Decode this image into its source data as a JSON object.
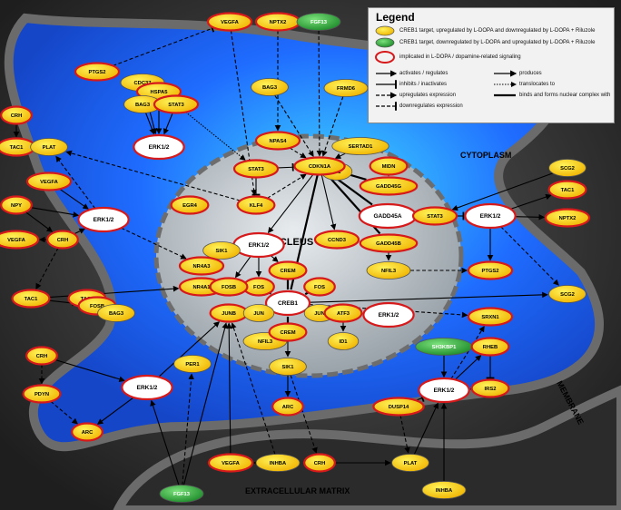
{
  "colors": {
    "up_fill": "#f5d90a",
    "down_fill": "#2fa33a",
    "ring": "#d6191b",
    "cell_fill": "#1f6cff",
    "nucleus_fill": "#c9cfd3"
  },
  "regions": {
    "cytoplasm": "CYTOPLASM",
    "nucleus": "NUCLEUS",
    "membrane": "MEMBRANE",
    "extracellular": "EXTRACELLULAR MATRIX"
  },
  "legend": {
    "title": "Legend",
    "up": "CREB1 target, upregulated by L-DOPA and downregulated by L-DOPA + Riluzole",
    "down": "CREB1 target, downregulated by L-DOPA and upregulated by L-DOPA + Riluzole",
    "ring": "implicated in L-DOPA / dopamine-related signaling",
    "activates": "activates / regulates",
    "inhibits": "inhibits / inactivates",
    "upexpr": "upregulates expression",
    "downexpr": "downregulates expression",
    "produces": "produces",
    "translocates": "translocates to",
    "binds": "binds and forms nuclear complex with"
  },
  "nodes": [
    {
      "id": "vegfa_top",
      "label": "VEGFA",
      "kind": "up",
      "ring": true
    },
    {
      "id": "nptx2_top",
      "label": "NPTX2",
      "kind": "up",
      "ring": true
    },
    {
      "id": "fgf13_top",
      "label": "FGF13",
      "kind": "down",
      "ring": false
    },
    {
      "id": "ptgs2_top",
      "label": "PTGS2",
      "kind": "up",
      "ring": true
    },
    {
      "id": "cdc37",
      "label": "CDC37",
      "kind": "up",
      "ring": false
    },
    {
      "id": "hspa5",
      "label": "HSPA5",
      "kind": "up",
      "ring": true
    },
    {
      "id": "bag3_a",
      "label": "BAG3",
      "kind": "up",
      "ring": false
    },
    {
      "id": "stat3_a",
      "label": "STAT3",
      "kind": "up",
      "ring": true
    },
    {
      "id": "erk_a",
      "label": "ERK1/2",
      "kind": "white",
      "ring": true
    },
    {
      "id": "bag3_b",
      "label": "BAG3",
      "kind": "up",
      "ring": false
    },
    {
      "id": "frmd6",
      "label": "FRMD6",
      "kind": "up",
      "ring": false
    },
    {
      "id": "crh_a",
      "label": "CRH",
      "kind": "up",
      "ring": true
    },
    {
      "id": "tac1_a",
      "label": "TAC1",
      "kind": "up",
      "ring": true
    },
    {
      "id": "plat_a",
      "label": "PLAT",
      "kind": "up",
      "ring": false
    },
    {
      "id": "npas4",
      "label": "NPAS4",
      "kind": "up",
      "ring": true
    },
    {
      "id": "sertad1",
      "label": "SERTAD1",
      "kind": "up",
      "ring": false
    },
    {
      "id": "id1_a",
      "label": "ID1",
      "kind": "up",
      "ring": false
    },
    {
      "id": "midn",
      "label": "MIDN",
      "kind": "up",
      "ring": true
    },
    {
      "id": "stat3_b",
      "label": "STAT3",
      "kind": "up",
      "ring": true
    },
    {
      "id": "cdkn1a",
      "label": "CDKN1A",
      "kind": "up",
      "ring": true
    },
    {
      "id": "gadd45g",
      "label": "GADD45G",
      "kind": "up",
      "ring": true
    },
    {
      "id": "vegfa_b",
      "label": "VEGFA",
      "kind": "up",
      "ring": true
    },
    {
      "id": "scg2_a",
      "label": "SCG2",
      "kind": "up",
      "ring": false
    },
    {
      "id": "tac1_b",
      "label": "TAC1",
      "kind": "up",
      "ring": true
    },
    {
      "id": "npy",
      "label": "NPY",
      "kind": "up",
      "ring": true
    },
    {
      "id": "erk_b",
      "label": "ERK1/2",
      "kind": "white",
      "ring": true
    },
    {
      "id": "egr4",
      "label": "EGR4",
      "kind": "up",
      "ring": true
    },
    {
      "id": "klf4",
      "label": "KLF4",
      "kind": "up",
      "ring": true
    },
    {
      "id": "gadd45a",
      "label": "GADD45A",
      "kind": "white",
      "ring": true
    },
    {
      "id": "stat3_c",
      "label": "STAT3",
      "kind": "up",
      "ring": true
    },
    {
      "id": "erk_c",
      "label": "ERK1/2",
      "kind": "white",
      "ring": true
    },
    {
      "id": "nptx2_b",
      "label": "NPTX2",
      "kind": "up",
      "ring": true
    },
    {
      "id": "vegfa_c",
      "label": "VEGFA",
      "kind": "up",
      "ring": true
    },
    {
      "id": "crh_b",
      "label": "CRH",
      "kind": "up",
      "ring": true
    },
    {
      "id": "ccnd3",
      "label": "CCND3",
      "kind": "up",
      "ring": true
    },
    {
      "id": "erk_d",
      "label": "ERK1/2",
      "kind": "white",
      "ring": true
    },
    {
      "id": "sik1_a",
      "label": "SIK1",
      "kind": "up",
      "ring": false
    },
    {
      "id": "nr4a3",
      "label": "NR4A3",
      "kind": "up",
      "ring": true
    },
    {
      "id": "gadd45b",
      "label": "GADD45B",
      "kind": "up",
      "ring": true
    },
    {
      "id": "nfil3_a",
      "label": "NFIL3",
      "kind": "up",
      "ring": false
    },
    {
      "id": "ptgs2_b",
      "label": "PTGS2",
      "kind": "up",
      "ring": true
    },
    {
      "id": "tac1_c",
      "label": "TAC1",
      "kind": "up",
      "ring": true
    },
    {
      "id": "nr4a1",
      "label": "NR4A1",
      "kind": "up",
      "ring": true
    },
    {
      "id": "crem_a",
      "label": "CREM",
      "kind": "up",
      "ring": true
    },
    {
      "id": "fos_a",
      "label": "FOS",
      "kind": "up",
      "ring": true
    },
    {
      "id": "fosb_a",
      "label": "FOSB",
      "kind": "up",
      "ring": true
    },
    {
      "id": "fos_b",
      "label": "FOS",
      "kind": "up",
      "ring": true
    },
    {
      "id": "creb1",
      "label": "CREB1",
      "kind": "white",
      "ring": true
    },
    {
      "id": "scg2_b",
      "label": "SCG2",
      "kind": "up",
      "ring": false
    },
    {
      "id": "tac1_d",
      "label": "TAC1",
      "kind": "up",
      "ring": true
    },
    {
      "id": "fosb_b",
      "label": "FOSB",
      "kind": "up",
      "ring": true
    },
    {
      "id": "bag3_c",
      "label": "BAG3",
      "kind": "up",
      "ring": false
    },
    {
      "id": "junb",
      "label": "JUNB",
      "kind": "up",
      "ring": true
    },
    {
      "id": "jun_a",
      "label": "JUN",
      "kind": "up",
      "ring": false
    },
    {
      "id": "jun_b",
      "label": "JUN",
      "kind": "up",
      "ring": false
    },
    {
      "id": "atf3",
      "label": "ATF3",
      "kind": "up",
      "ring": true
    },
    {
      "id": "erk_e",
      "label": "ERK1/2",
      "kind": "white",
      "ring": true
    },
    {
      "id": "srxn1",
      "label": "SRXN1",
      "kind": "up",
      "ring": true
    },
    {
      "id": "crh_c",
      "label": "CRH",
      "kind": "up",
      "ring": true
    },
    {
      "id": "nfil3_b",
      "label": "NFIL3",
      "kind": "up",
      "ring": false
    },
    {
      "id": "crem_b",
      "label": "CREM",
      "kind": "up",
      "ring": true
    },
    {
      "id": "id1_b",
      "label": "ID1",
      "kind": "up",
      "ring": false
    },
    {
      "id": "sh3kbp1",
      "label": "SH3KBP1",
      "kind": "down",
      "ring": false
    },
    {
      "id": "rheb",
      "label": "RHEB",
      "kind": "up",
      "ring": true
    },
    {
      "id": "per1",
      "label": "PER1",
      "kind": "up",
      "ring": false
    },
    {
      "id": "pdyn",
      "label": "PDYN",
      "kind": "up",
      "ring": true
    },
    {
      "id": "erk_f",
      "label": "ERK1/2",
      "kind": "white",
      "ring": true
    },
    {
      "id": "sik1_b",
      "label": "SIK1",
      "kind": "up",
      "ring": false
    },
    {
      "id": "irs2",
      "label": "IRS2",
      "kind": "up",
      "ring": true
    },
    {
      "id": "erk_g",
      "label": "ERK1/2",
      "kind": "white",
      "ring": true
    },
    {
      "id": "arc_a",
      "label": "ARC",
      "kind": "up",
      "ring": true
    },
    {
      "id": "arc_b",
      "label": "ARC",
      "kind": "up",
      "ring": true
    },
    {
      "id": "dusp14",
      "label": "DUSP14",
      "kind": "up",
      "ring": true
    },
    {
      "id": "vegfa_d",
      "label": "VEGFA",
      "kind": "up",
      "ring": true
    },
    {
      "id": "inhba_a",
      "label": "INHBA",
      "kind": "up",
      "ring": false
    },
    {
      "id": "crh_d",
      "label": "CRH",
      "kind": "up",
      "ring": true
    },
    {
      "id": "plat_b",
      "label": "PLAT",
      "kind": "up",
      "ring": false
    },
    {
      "id": "fgf13_b",
      "label": "FGF13",
      "kind": "down",
      "ring": false
    },
    {
      "id": "inhba_b",
      "label": "INHBA",
      "kind": "up",
      "ring": false
    }
  ],
  "edges": [
    {
      "from": "vegfa_top",
      "to": "klf4",
      "type": "upexpr"
    },
    {
      "from": "nptx2_top",
      "to": "npas4",
      "type": "upexpr"
    },
    {
      "from": "fgf13_top",
      "to": "cdkn1a",
      "type": "upexpr"
    },
    {
      "from": "bag3_b",
      "to": "cdkn1a",
      "type": "upexpr"
    },
    {
      "from": "frmd6",
      "to": "cdkn1a",
      "type": "upexpr"
    },
    {
      "from": "npas4",
      "to": "cdkn1a",
      "type": "upexpr"
    },
    {
      "from": "sertad1",
      "to": "cdkn1a",
      "type": "activates"
    },
    {
      "from": "stat3_b",
      "to": "cdkn1a",
      "type": "inhibits"
    },
    {
      "from": "klf4",
      "to": "cdkn1a",
      "type": "upexpr"
    },
    {
      "from": "midn",
      "to": "gadd45g",
      "type": "activates"
    },
    {
      "from": "cdkn1a",
      "to": "gadd45g",
      "type": "binds"
    },
    {
      "from": "cdkn1a",
      "to": "gadd45a",
      "type": "binds"
    },
    {
      "from": "cdkn1a",
      "to": "gadd45b",
      "type": "binds"
    },
    {
      "from": "cdkn1a",
      "to": "ccnd3",
      "type": "activates"
    },
    {
      "from": "cdkn1a",
      "to": "erk_d",
      "type": "activates"
    },
    {
      "from": "cdkn1a",
      "to": "creb1",
      "type": "binds"
    },
    {
      "from": "gadd45a",
      "to": "stat3_c",
      "type": "activates"
    },
    {
      "from": "stat3_c",
      "to": "erk_c",
      "type": "inhibits"
    },
    {
      "from": "erk_c",
      "to": "nptx2_b",
      "type": "activates"
    },
    {
      "from": "erk_c",
      "to": "ptgs2_b",
      "type": "activates"
    },
    {
      "from": "erk_c",
      "to": "tac1_b",
      "type": "activates"
    },
    {
      "from": "erk_c",
      "to": "scg2_b",
      "type": "upexpr"
    },
    {
      "from": "scg2_a",
      "to": "stat3_c",
      "type": "activates"
    },
    {
      "from": "nfil3_a",
      "to": "ptgs2_b",
      "type": "upexpr"
    },
    {
      "from": "gadd45b",
      "to": "nfil3_a",
      "type": "activates"
    },
    {
      "from": "hspa5",
      "to": "erk_a",
      "type": "activates"
    },
    {
      "from": "bag3_a",
      "to": "erk_a",
      "type": "activates"
    },
    {
      "from": "cdc37",
      "to": "erk_a",
      "type": "activates"
    },
    {
      "from": "stat3_a",
      "to": "erk_a",
      "type": "activates"
    },
    {
      "from": "stat3_a",
      "to": "stat3_b",
      "type": "translocates"
    },
    {
      "from": "ptgs2_top",
      "to": "vegfa_top",
      "type": "downexpr"
    },
    {
      "from": "crh_a",
      "to": "tac1_a",
      "type": "activates"
    },
    {
      "from": "tac1_a",
      "to": "plat_a",
      "type": "activates"
    },
    {
      "from": "vegfa_b",
      "to": "erk_b",
      "type": "activates"
    },
    {
      "from": "npy",
      "to": "erk_b",
      "type": "activates"
    },
    {
      "from": "npy",
      "to": "crh_b",
      "type": "activates"
    },
    {
      "from": "crh_b",
      "to": "vegfa_c",
      "type": "activates"
    },
    {
      "from": "crh_b",
      "to": "erk_b",
      "type": "activates"
    },
    {
      "from": "erk_b",
      "to": "plat_a",
      "type": "upexpr"
    },
    {
      "from": "erk_b",
      "to": "nr4a3",
      "type": "upexpr"
    },
    {
      "from": "klf4",
      "to": "plat_a",
      "type": "upexpr"
    },
    {
      "from": "stat3_b",
      "to": "klf4",
      "type": "inhibits"
    },
    {
      "from": "sik1_a",
      "to": "nr4a3",
      "type": "activates"
    },
    {
      "from": "tac1_c",
      "to": "nr4a1",
      "type": "activates"
    },
    {
      "from": "tac1_c",
      "to": "fosb_b",
      "type": "activates"
    },
    {
      "from": "crh_b",
      "to": "tac1_c",
      "type": "upexpr"
    },
    {
      "from": "erk_d",
      "to": "fos_a",
      "type": "activates"
    },
    {
      "from": "erk_d",
      "to": "fosb_a",
      "type": "activates"
    },
    {
      "from": "erk_d",
      "to": "crem_a",
      "type": "activates"
    },
    {
      "from": "crem_a",
      "to": "creb1",
      "type": "binds"
    },
    {
      "from": "fos_a",
      "to": "creb1",
      "type": "binds"
    },
    {
      "from": "fos_b",
      "to": "creb1",
      "type": "binds"
    },
    {
      "from": "jun_a",
      "to": "creb1",
      "type": "binds"
    },
    {
      "from": "jun_b",
      "to": "creb1",
      "type": "binds"
    },
    {
      "from": "crem_b",
      "to": "creb1",
      "type": "binds"
    },
    {
      "from": "creb1",
      "to": "scg2_b",
      "type": "activates"
    },
    {
      "from": "creb1",
      "to": "srxn1",
      "type": "upexpr"
    },
    {
      "from": "erk_e",
      "to": "atf3",
      "type": "activates"
    },
    {
      "from": "atf3",
      "to": "id1_b",
      "type": "activates"
    },
    {
      "from": "crem_b",
      "to": "sik1_b",
      "type": "activates"
    },
    {
      "from": "sik1_b",
      "to": "arc_b",
      "type": "activates"
    },
    {
      "from": "sik1_b",
      "to": "crh_d",
      "type": "upexpr"
    },
    {
      "from": "crh_c",
      "to": "erk_f",
      "type": "activates"
    },
    {
      "from": "crh_c",
      "to": "pdyn",
      "type": "upexpr"
    },
    {
      "from": "pdyn",
      "to": "arc_a",
      "type": "upexpr"
    },
    {
      "from": "erk_f",
      "to": "arc_a",
      "type": "activates"
    },
    {
      "from": "erk_f",
      "to": "junb",
      "type": "activates"
    },
    {
      "from": "fgf13_b",
      "to": "erk_f",
      "type": "activates"
    },
    {
      "from": "fgf13_b",
      "to": "per1",
      "type": "upexpr"
    },
    {
      "from": "fgf13_b",
      "to": "junb",
      "type": "activates"
    },
    {
      "from": "vegfa_d",
      "to": "junb",
      "type": "activates"
    },
    {
      "from": "inhba_a",
      "to": "vegfa_d",
      "type": "upexpr"
    },
    {
      "from": "inhba_a",
      "to": "junb",
      "type": "upexpr"
    },
    {
      "from": "crh_d",
      "to": "plat_b",
      "type": "activates"
    },
    {
      "from": "plat_b",
      "to": "erk_g",
      "type": "activates"
    },
    {
      "from": "inhba_b",
      "to": "erk_g",
      "type": "activates"
    },
    {
      "from": "dusp14",
      "to": "erk_g",
      "type": "inhibits"
    },
    {
      "from": "dusp14",
      "to": "plat_b",
      "type": "upexpr"
    },
    {
      "from": "sh3kbp1",
      "to": "erk_g",
      "type": "activates"
    },
    {
      "from": "rheb",
      "to": "irs2",
      "type": "inhibits"
    },
    {
      "from": "irs2",
      "to": "erk_g",
      "type": "upexpr"
    },
    {
      "from": "erk_g",
      "to": "rheb",
      "type": "activates"
    },
    {
      "from": "erk_g",
      "to": "srxn1",
      "type": "upexpr"
    }
  ]
}
